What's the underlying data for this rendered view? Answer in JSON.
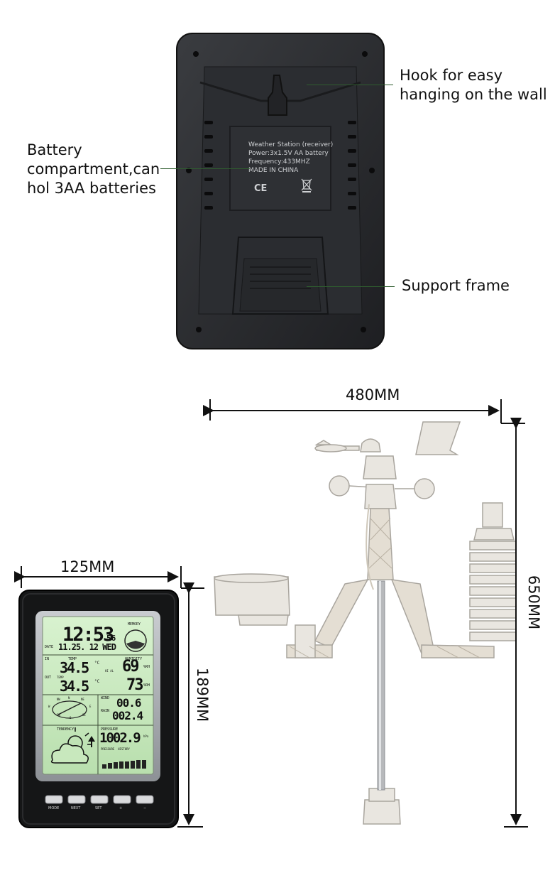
{
  "callouts": {
    "hook": [
      "Hook for easy",
      "hanging on the wall"
    ],
    "battery": [
      "Battery",
      "compartment,can",
      "hol 3AA batteries"
    ],
    "support": "Support frame"
  },
  "back_label": {
    "line1": "Weather Station (receiver)",
    "line2": "Power:3x1.5V AA battery",
    "line3": "Frequency:433MHZ",
    "line4": "MADE IN CHINA",
    "ce": "CE"
  },
  "dimensions": {
    "console_width": "125MM",
    "console_height": "189MM",
    "sensor_width": "480MM",
    "sensor_height": "650MM"
  },
  "console": {
    "memory": "MEMORY",
    "date_label": "DATE",
    "in_label": "IN",
    "out_label": "OUT",
    "temp_label": "TEMP",
    "humidity_label": "HUMIDITY",
    "hi_al": "HI AL",
    "time": "12:53",
    "seconds": "56",
    "date": "11.25. 12 WED",
    "in_temp": "34.5",
    "in_hum": "69",
    "out_temp": "34.5",
    "out_hum": "73",
    "deg_c": "°C",
    "rh": "%RH",
    "wind_label": "WIND",
    "rain_label": "RAIN",
    "wind": "00.6",
    "rain": "002.4",
    "tendency": "TENDENCY",
    "pressure_label": "PRESSURE",
    "pressure_history": "PRESSURE  HISTORY",
    "pressure": "1002.9",
    "hpa": "hPa",
    "compass": {
      "n": "N",
      "nw": "NW",
      "ne": "NE",
      "w": "W",
      "e": "E",
      "sw": "SW",
      "se": "SE",
      "s": "S"
    },
    "buttons": [
      "MODE",
      "NEXT",
      "SET",
      "+",
      "−"
    ]
  }
}
